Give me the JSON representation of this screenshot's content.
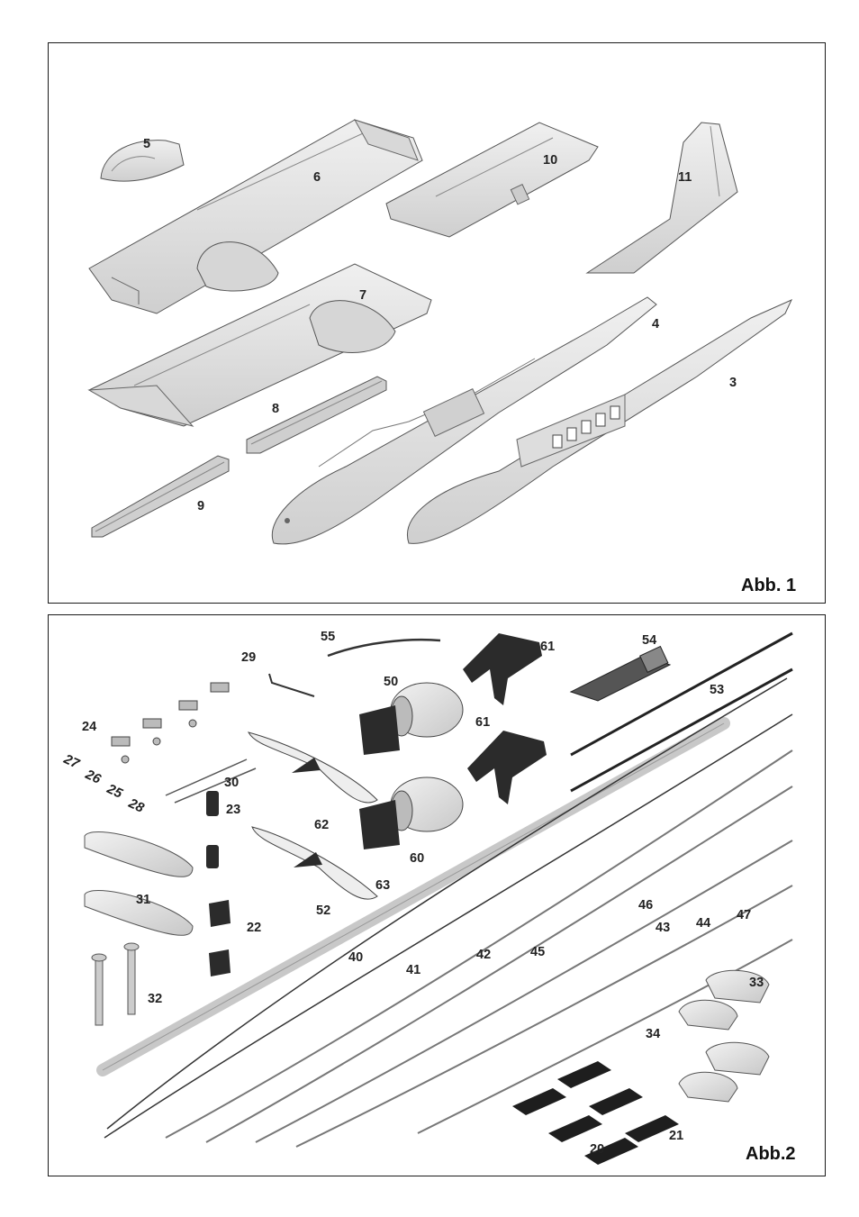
{
  "figure1": {
    "caption": "Abb. 1",
    "labels": {
      "p5": "5",
      "p6": "6",
      "p10": "10",
      "p11": "11",
      "p7": "7",
      "p4": "4",
      "p3": "3",
      "p8": "8",
      "p9": "9"
    }
  },
  "figure2": {
    "caption": "Abb.2",
    "labels": {
      "p55": "55",
      "p29": "29",
      "p61a": "61",
      "p54": "54",
      "p50": "50",
      "p53": "53",
      "p61b": "61",
      "p24": "24",
      "p27": "27",
      "p26": "26",
      "p25": "25",
      "p28": "28",
      "p30": "30",
      "p23": "23",
      "p62": "62",
      "p60": "60",
      "p63": "63",
      "p31": "31",
      "p52": "52",
      "p22": "22",
      "p46": "46",
      "p43": "43",
      "p44": "44",
      "p47": "47",
      "p40": "40",
      "p42": "42",
      "p45": "45",
      "p41": "41",
      "p33": "33",
      "p32": "32",
      "p34": "34",
      "p21": "21",
      "p20": "20"
    }
  },
  "colors": {
    "border": "#1a1a1a",
    "part_fill": "#e4e4e4",
    "part_shade": "#b8b8b8",
    "dark_part": "#2b2b2b"
  }
}
